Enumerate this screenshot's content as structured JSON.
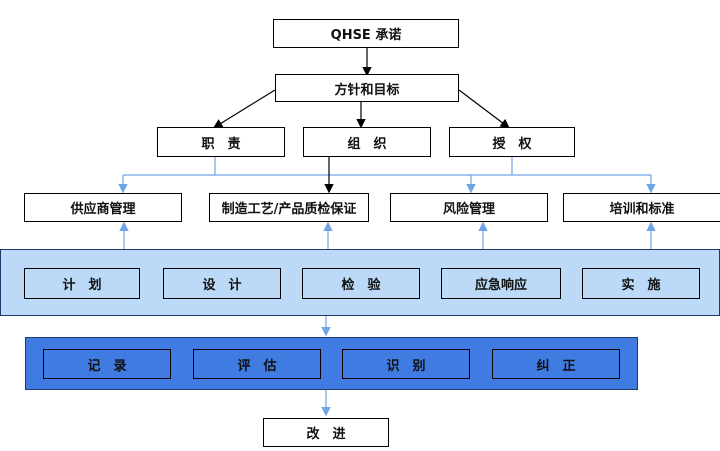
{
  "top": {
    "commitment": "QHSE 承诺",
    "policy": "方针和目标"
  },
  "level2": [
    "职　责",
    "组　织",
    "授　权"
  ],
  "level3": [
    "供应商管理",
    "制造工艺/产品质检保证",
    "风险管理",
    "培训和标准"
  ],
  "execution": [
    "计　划",
    "设　计",
    "检　验",
    "应急响应",
    "实　施"
  ],
  "review": [
    "记　录",
    "评　估",
    "识　别",
    "纠　正"
  ],
  "improve": "改　进",
  "colors": {
    "light_band": "#bcd9f7",
    "dark_band": "#3f7be0",
    "blue_arrow": "#6fa3e8",
    "black_arrow": "#000000"
  }
}
